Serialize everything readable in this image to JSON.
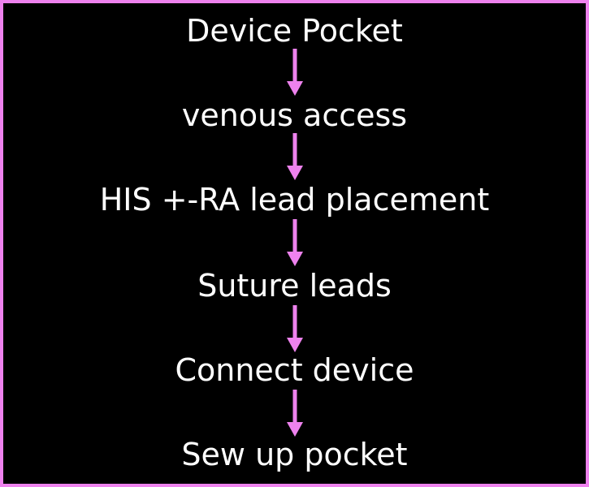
{
  "diagram": {
    "steps": [
      {
        "label": "Device Pocket"
      },
      {
        "label": "venous access"
      },
      {
        "label": "HIS +-RA lead placement"
      },
      {
        "label": "Suture leads"
      },
      {
        "label": "Connect device"
      },
      {
        "label": "Sew up pocket"
      }
    ],
    "colors": {
      "background": "#000000",
      "border": "#ee82ee",
      "arrow": "#ee82ee",
      "text": "#ffffff"
    }
  }
}
